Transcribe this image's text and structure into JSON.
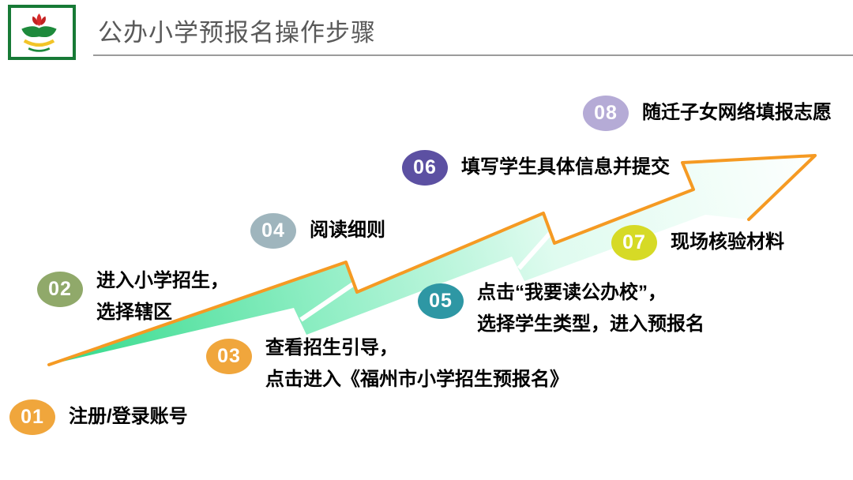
{
  "header": {
    "title": "公办小学预报名操作步骤",
    "title_color": "#595959"
  },
  "arrow": {
    "stroke_color": "#F59A23",
    "gradient_start": "#30D989",
    "gradient_mid1": "#8FEEC4",
    "gradient_mid2": "#DFFBEF",
    "gradient_end": "#FDFFFE"
  },
  "steps": [
    {
      "num": "01",
      "color": "#F0A63C",
      "line1": "注册/登录账号",
      "line2": ""
    },
    {
      "num": "02",
      "color": "#90A96A",
      "line1": "进入小学招生，",
      "line2": "选择辖区"
    },
    {
      "num": "03",
      "color": "#F0A63C",
      "line1": "查看招生引导，",
      "line2": "点击进入《福州市小学招生预报名》"
    },
    {
      "num": "04",
      "color": "#9FB5BD",
      "line1": "阅读细则",
      "line2": ""
    },
    {
      "num": "05",
      "color": "#2E97A4",
      "line1": "点击“我要读公办校”，",
      "line2": "选择学生类型，进入预报名"
    },
    {
      "num": "06",
      "color": "#5C50A2",
      "line1": "填写学生具体信息并提交",
      "line2": ""
    },
    {
      "num": "07",
      "color": "#D6DA26",
      "line1": "现场核验材料",
      "line2": ""
    },
    {
      "num": "08",
      "color": "#B5ABD6",
      "line1": "随迁子女网络填报志愿",
      "line2": ""
    }
  ]
}
